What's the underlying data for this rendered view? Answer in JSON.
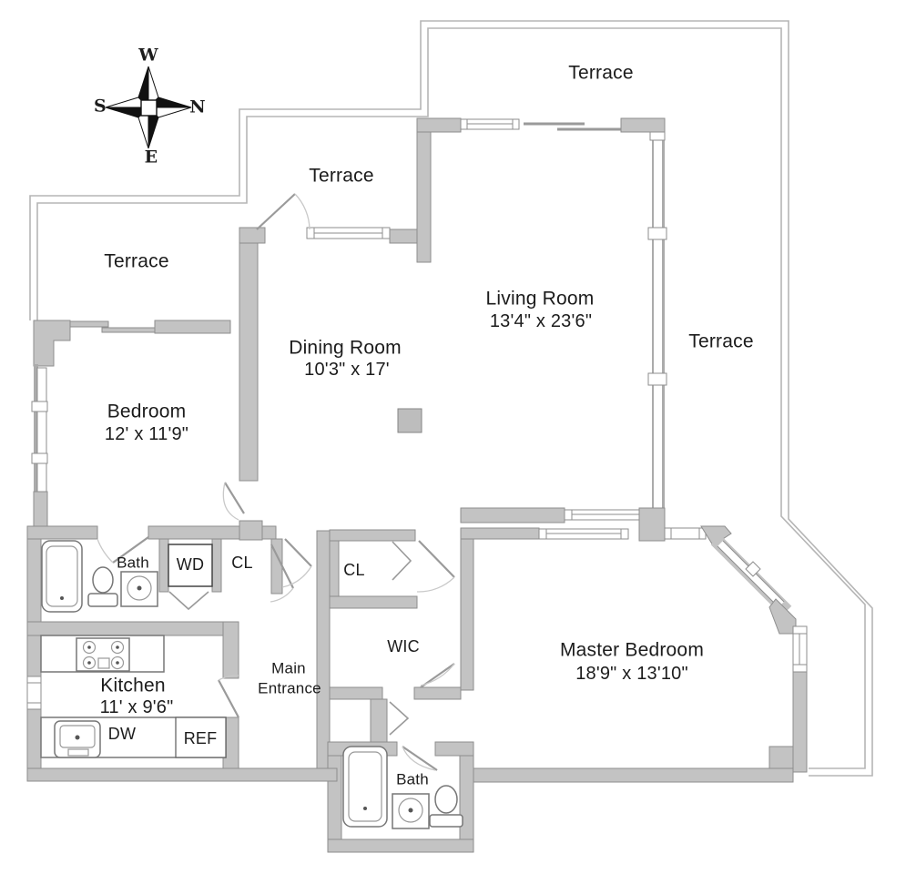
{
  "compass": {
    "top": "W",
    "left": "S",
    "right": "N",
    "bottom": "E"
  },
  "terraces": {
    "top_right": "Terrace",
    "top_middle": "Terrace",
    "left": "Terrace",
    "right": "Terrace"
  },
  "rooms": {
    "living_room": {
      "name": "Living Room",
      "dimensions": "13'4\" x 23'6\""
    },
    "dining_room": {
      "name": "Dining Room",
      "dimensions": "10'3\" x 17'"
    },
    "bedroom": {
      "name": "Bedroom",
      "dimensions": "12' x 11'9\""
    },
    "master_bedroom": {
      "name": "Master Bedroom",
      "dimensions": "18'9\" x 13'10\""
    },
    "kitchen": {
      "name": "Kitchen",
      "dimensions": "11' x 9'6\""
    },
    "bath_upper": {
      "name": "Bath"
    },
    "bath_lower": {
      "name": "Bath"
    },
    "wic": {
      "name": "WIC"
    },
    "closet_hall": {
      "name": "CL"
    },
    "closet_master": {
      "name": "CL"
    },
    "main_entrance": {
      "line1": "Main",
      "line2": "Entrance"
    }
  },
  "appliances": {
    "washer_dryer": "WD",
    "dishwasher": "DW",
    "refrigerator": "REF"
  },
  "colors": {
    "wall": "#c3c3c3",
    "wall_stroke": "#8e8e8e",
    "terrace_line": "#b5b5b5",
    "text": "#1c1c1c",
    "background": "#ffffff"
  }
}
